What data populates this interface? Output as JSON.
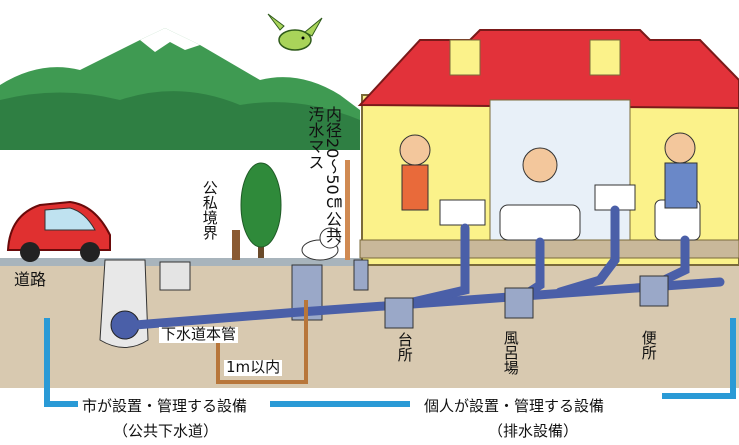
{
  "labels": {
    "road": "道路",
    "boundary": "公私境界",
    "public_basin": "内径20～50㎝公共汚水マス",
    "main_pipe": "下水道本管",
    "within_1m": "1m以内",
    "kitchen": "台所",
    "bath": "風呂場",
    "toilet": "便所",
    "city_scope": "市が設置・管理する設備",
    "city_scope_sub": "（公共下水道）",
    "private_scope": "個人が設置・管理する設備",
    "private_scope_sub": "（排水設備）"
  },
  "colors": {
    "bracket_blue": "#2a9ad6",
    "pipe_blue": "#4a5fa8",
    "ground": "#d8c9b0",
    "roof_red": "#e2323a",
    "wall_yellow": "#fbf28a",
    "mountain_green": "#3f9a52",
    "guide_brown": "#b8763a"
  },
  "icons": [
    "bird-icon",
    "car-icon",
    "tree-icon",
    "dog-icon",
    "house-icon",
    "mountain-icon"
  ]
}
